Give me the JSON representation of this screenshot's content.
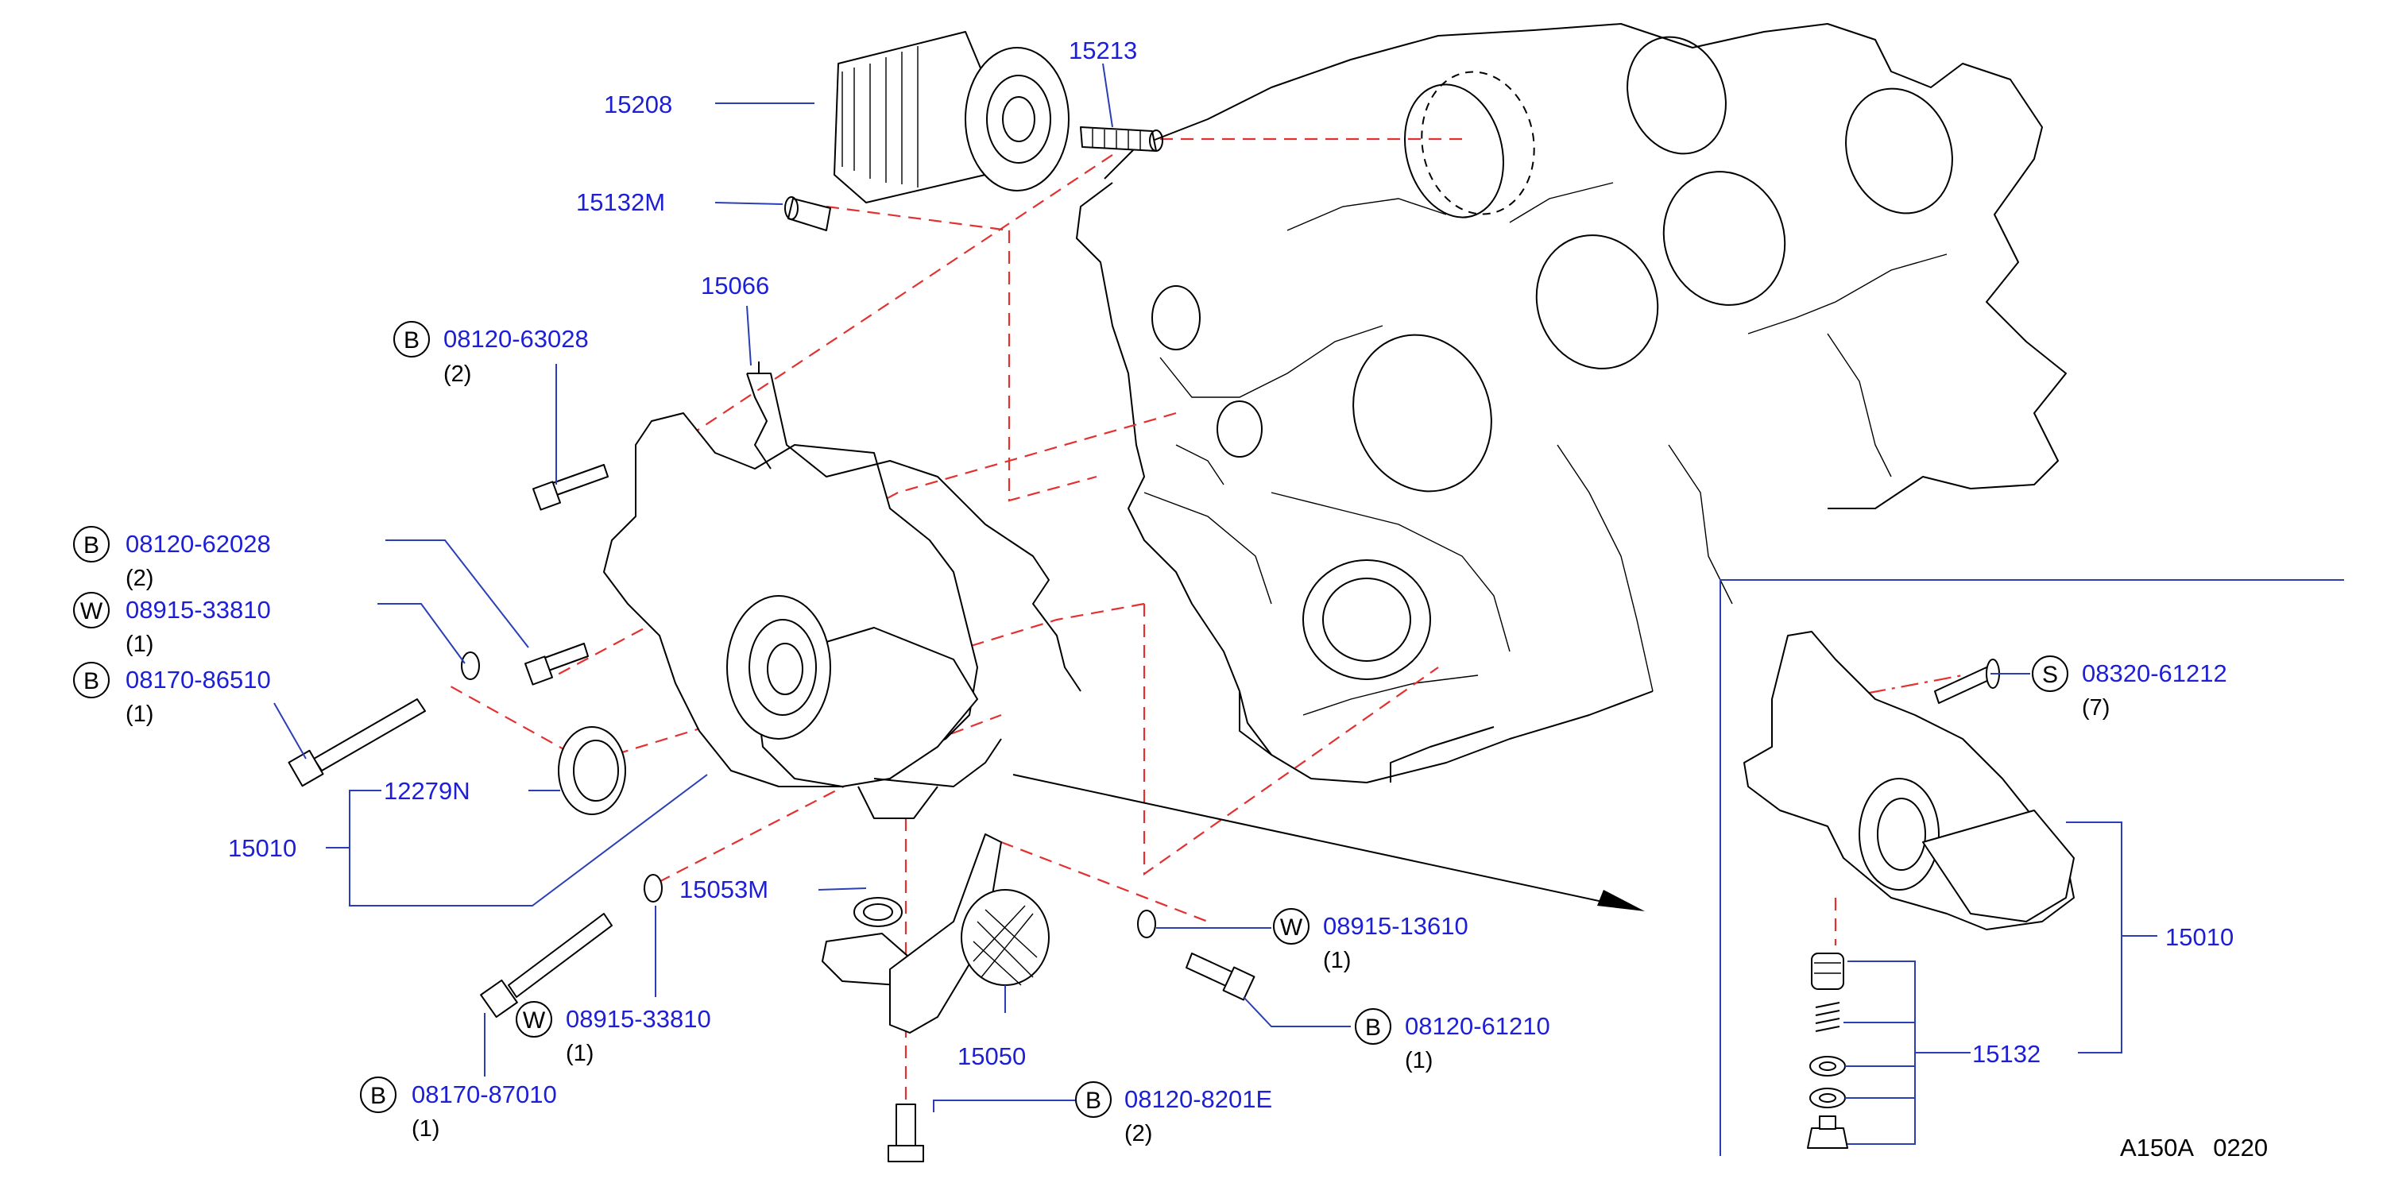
{
  "diagram": {
    "footer_code": "A150A   0220",
    "callouts": {
      "p15208": "15208",
      "p15213": "15213",
      "p15132M": "15132M",
      "p15066": "15066",
      "p12279N": "12279N",
      "p15010_main": "15010",
      "p15053M": "15053M",
      "p15050": "15050",
      "p15010_detail": "15010",
      "p15132": "15132"
    },
    "fasteners": [
      {
        "symbol": "B",
        "part": "08120-63028",
        "qty": "(2)"
      },
      {
        "symbol": "B",
        "part": "08120-62028",
        "qty": "(2)"
      },
      {
        "symbol": "W",
        "part": "08915-33810",
        "qty": "(1)"
      },
      {
        "symbol": "B",
        "part": "08170-86510",
        "qty": "(1)"
      },
      {
        "symbol": "W",
        "part": "08915-33810",
        "qty": "(1)"
      },
      {
        "symbol": "B",
        "part": "08170-87010",
        "qty": "(1)"
      },
      {
        "symbol": "B",
        "part": "08120-8201E",
        "qty": "(2)"
      },
      {
        "symbol": "W",
        "part": "08915-13610",
        "qty": "(1)"
      },
      {
        "symbol": "B",
        "part": "08120-61210",
        "qty": "(1)"
      },
      {
        "symbol": "S",
        "part": "08320-61212",
        "qty": "(7)"
      }
    ],
    "colors": {
      "part_number": "#1d1fd6",
      "leader": "#2a3fb5",
      "dashed_line": "#e33030",
      "line_art": "#000000"
    }
  }
}
